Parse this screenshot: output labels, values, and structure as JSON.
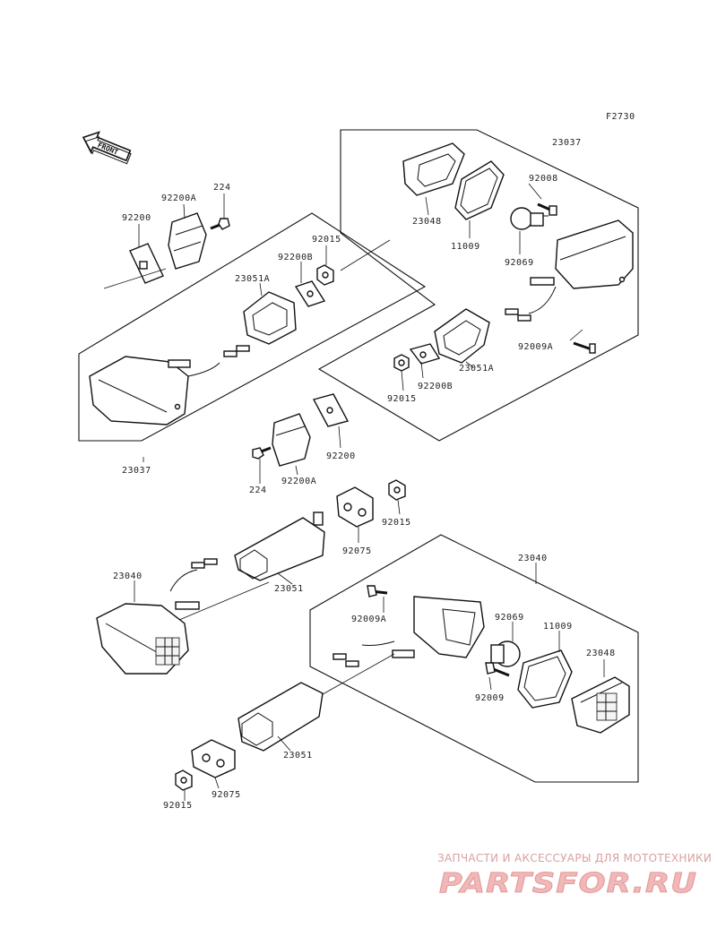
{
  "diagram": {
    "figure_code": "F2730",
    "front_label": "FRONT",
    "callouts": {
      "c23037_top": "23037",
      "c23048_top": "23048",
      "c11009_top": "11009",
      "c92008": "92008",
      "c92069_top": "92069",
      "c92009A_top": "92009A",
      "c23051A_right": "23051A",
      "c92200B_right": "92200B",
      "c92015_right": "92015",
      "c224_top": "224",
      "c92200A_top": "92200A",
      "c92200_top": "92200",
      "c92015_left": "92015",
      "c92200B_left": "92200B",
      "c23051A_left": "23051A",
      "c23037_bottom": "23037",
      "c92200_mid": "92200",
      "c224_mid": "224",
      "c92200A_mid": "92200A",
      "c92015_mid": "92015",
      "c92075_mid": "92075",
      "c23051_mid": "23051",
      "c23040_left": "23040",
      "c23040_right": "23040",
      "c92009A_bottom": "92009A",
      "c92069_bottom": "92069",
      "c11009_bottom": "11009",
      "c23048_bottom": "23048",
      "c92009": "92009",
      "c23051_bottom": "23051",
      "c92075_bottom": "92075",
      "c92015_bottom": "92015"
    }
  },
  "watermark": {
    "tagline": "ЗАПЧАСТИ И АКСЕССУАРЫ ДЛЯ МОТОТЕХНИКИ",
    "logo": "PARTSFOR.RU"
  }
}
